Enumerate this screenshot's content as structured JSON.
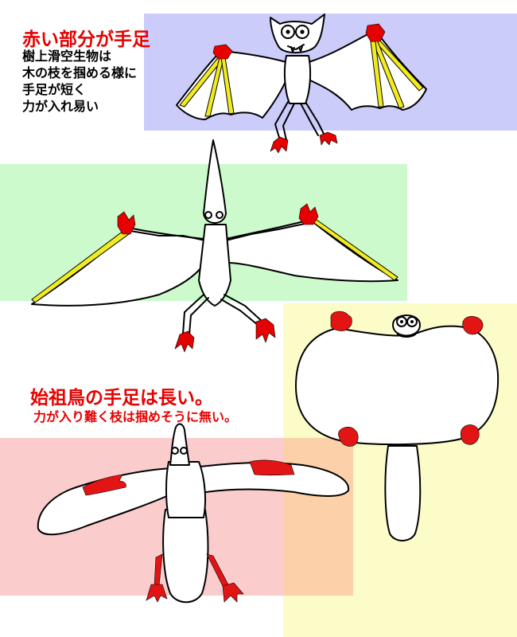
{
  "colors": {
    "panel_blue": "#ccccfb",
    "panel_green": "#cdfacd",
    "panel_yellow": "#fcfcc9",
    "panel_red": "#facccc",
    "overlap": "#fcd0a8",
    "highlight_red": "#e60000",
    "limb_red": "#e31414",
    "wing_bone_yellow": "#f2eb20"
  },
  "annotation_top": {
    "title": "赤い部分が手足",
    "lines": [
      "樹上滑空生物は",
      "木の枝を掴める様に",
      "手足が短く",
      "力が入れ易い"
    ]
  },
  "annotation_bottom": {
    "title": "始祖鳥の手足は長い。",
    "note": "力が入り難く枝は掴めそうに無い。"
  },
  "figures": [
    "bat-icon",
    "pterosaur-icon",
    "flying-squirrel-icon",
    "archaeopteryx-icon"
  ]
}
